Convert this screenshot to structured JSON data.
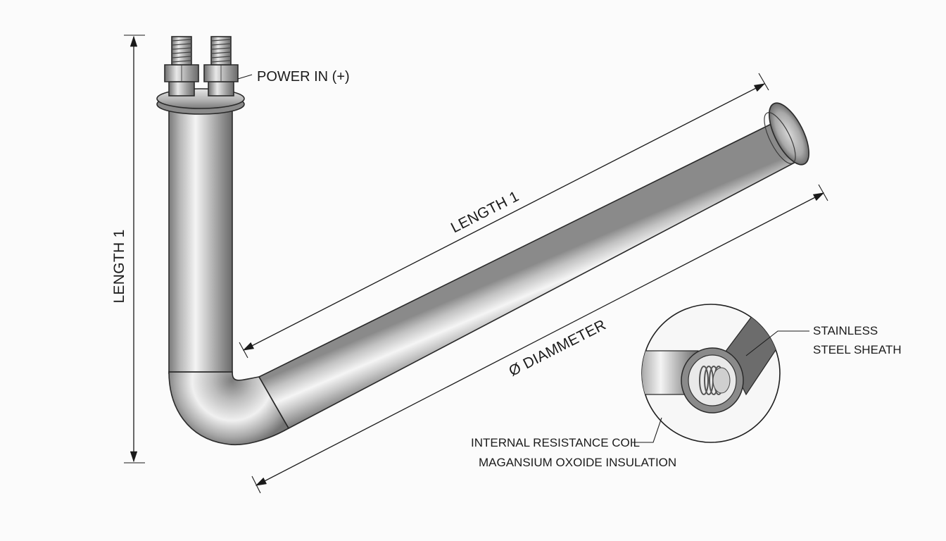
{
  "labels": {
    "vertical_length": "LENGTH 1",
    "diagonal_length": "LENGTH 1",
    "diameter": "Ø DIAMMETER",
    "power_in": "POWER IN (+)",
    "sheath_line1": "STAINLESS",
    "sheath_line2": "STEEL SHEATH",
    "coil": "INTERNAL RESISTANCE COIL",
    "insulation": "MAGANSIUM OXOIDE INSULATION"
  },
  "colors": {
    "background": "#fbfbfb",
    "metal_light": "#f2f2f2",
    "metal_mid": "#b9b9b9",
    "metal_dark": "#6f6f6f",
    "ink": "#1b1b1b"
  }
}
